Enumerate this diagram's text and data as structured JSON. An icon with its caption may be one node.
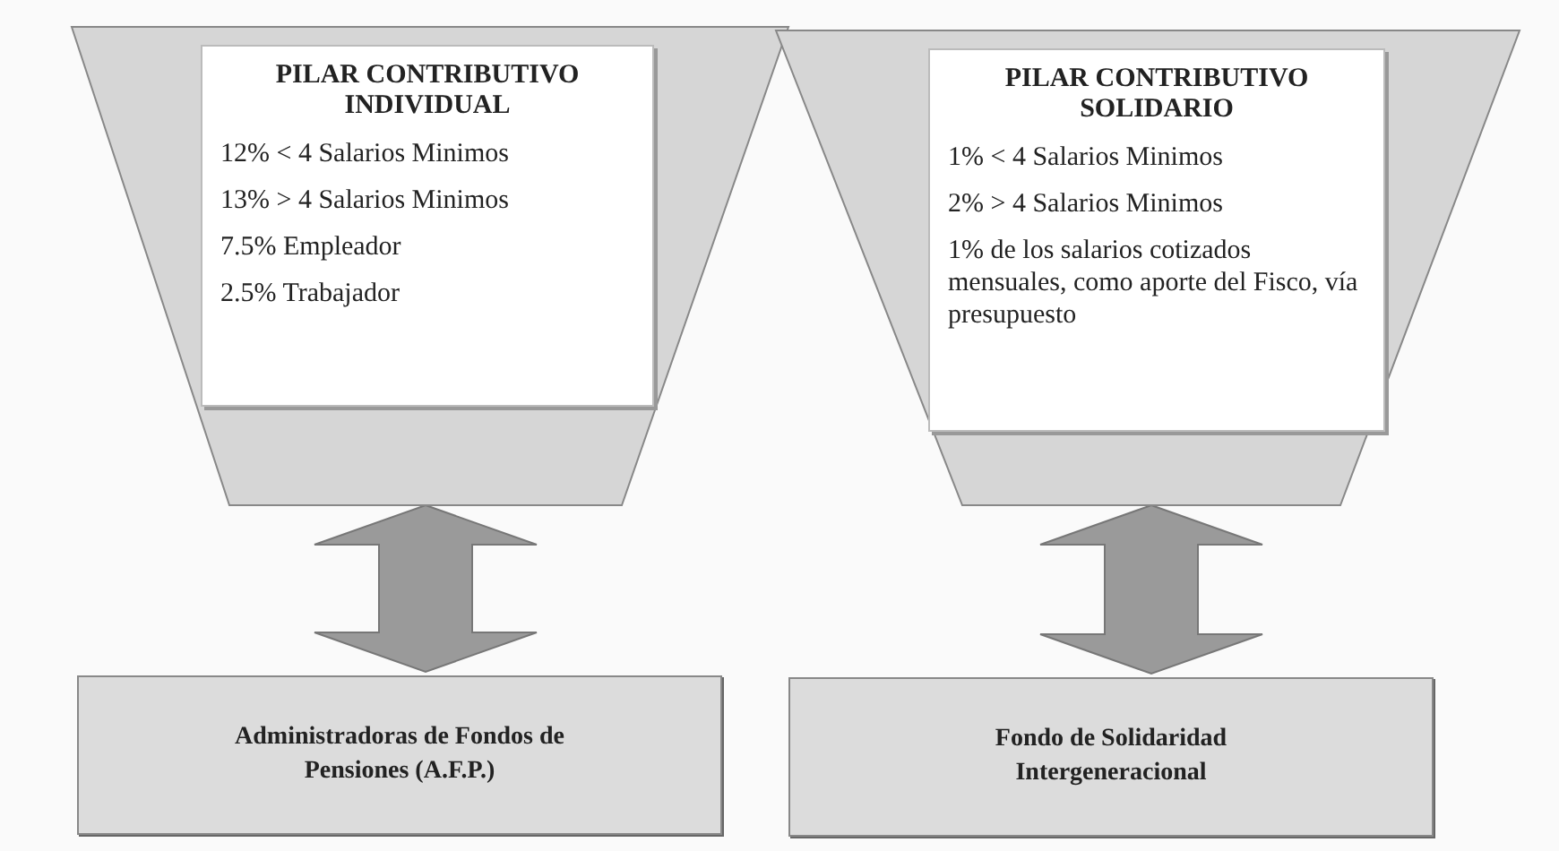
{
  "diagram": {
    "nodes": [
      {
        "text": [],
        "shape": "trapezoid"
      },
      {
        "text": [
          "PILAR CONTRIBUTIVO INDIVIDUAL",
          "12% < 4  Salarios Minimos",
          "13% > 4 Salarios Minimos",
          "7.5% Empleador",
          "2.5% Trabajador"
        ],
        "in": 0
      },
      {
        "text": [],
        "shape": "trapezoid"
      },
      {
        "text": [
          "PILAR CONTRIBUTIVO SOLIDARIO",
          "1% < 4  Salarios Minimos",
          "2% > 4 Salarios Minimos",
          "1% de los salarios cotizados mensuales, como aporte del Fisco, vía presupuesto"
        ],
        "in": 2
      },
      {
        "text": [
          "Administradoras de Fondos de Pensiones (A.F.P.)"
        ]
      },
      {
        "text": [
          "Fondo de Solidaridad Intergeneracional"
        ]
      }
    ],
    "edges": [
      {
        "from": 0,
        "to": 4,
        "arrow": "both",
        "style": "thick"
      },
      {
        "from": 2,
        "to": 5,
        "arrow": "both",
        "style": "thick"
      }
    ]
  }
}
